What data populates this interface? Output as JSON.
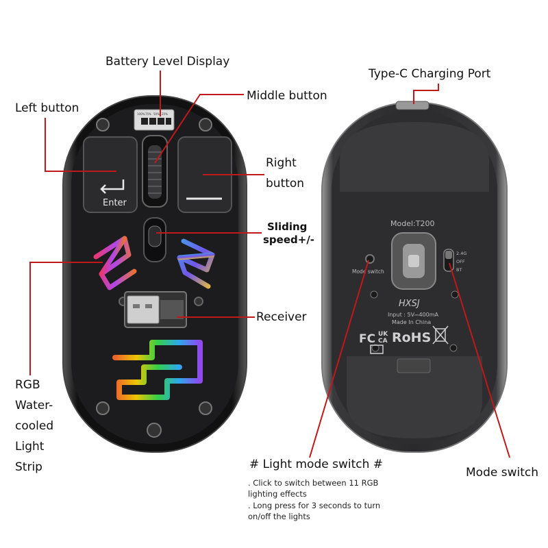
{
  "labels": {
    "battery_display": "Battery Level Display",
    "type_c_port": "Type-C Charging Port",
    "middle_button": "Middle button",
    "left_button": "Left button",
    "right_button_1": "Right",
    "right_button_2": "button",
    "sliding_1": "Sliding",
    "sliding_2": "speed+/-",
    "receiver": "Receiver",
    "rgb_1": "RGB",
    "rgb_2": "Water-",
    "rgb_3": "cooled",
    "rgb_4": "Light",
    "rgb_5": "Strip",
    "light_mode_switch": "# Light mode switch #",
    "light_note_1": ". Click to switch between 11 RGB",
    "light_note_2": "lighting effects",
    "light_note_3": ". Long press for 3 seconds to turn",
    "light_note_4": "on/off the lights",
    "mode_switch": "Mode switch"
  },
  "mouse_top": {
    "enter_key": "Enter",
    "battery_levels": [
      "100%",
      "75%",
      "50%",
      "25%"
    ]
  },
  "mouse_bottom": {
    "model": "Model:T200",
    "brand": "HXSJ",
    "input": "Input : 5V⎓400mA",
    "made_in": "Made In China",
    "cert_fc": "FC",
    "cert_ukca_1": "UK",
    "cert_ukca_2": "CA",
    "cert_rohs": "RoHS",
    "mode_switch_small": "Mode switch",
    "mode_positions": [
      "2.4G",
      "OFF",
      "BT"
    ]
  },
  "colors": {
    "leader_line": "#c0191a",
    "mouse_body": "#1c1c1e",
    "mouse_shell": "#0d0d0f"
  }
}
